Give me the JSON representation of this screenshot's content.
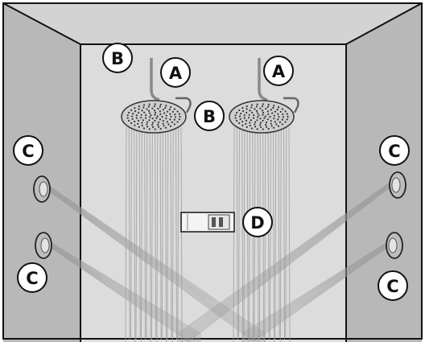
{
  "diagram": {
    "colors": {
      "wall_side": "#b9b9b9",
      "wall_back": "#dcdcdc",
      "ceiling": "#d0d0d0",
      "outline": "#111111",
      "spray": "#9a9a9a",
      "callout_fill": "#ffffff"
    },
    "callouts": [
      {
        "id": "b-top",
        "label": "B"
      },
      {
        "id": "a-left",
        "label": "A"
      },
      {
        "id": "a-right",
        "label": "A"
      },
      {
        "id": "b-mid",
        "label": "B"
      },
      {
        "id": "c-left-top",
        "label": "C"
      },
      {
        "id": "c-right-top",
        "label": "C"
      },
      {
        "id": "d-panel",
        "label": "D"
      },
      {
        "id": "c-left-bottom",
        "label": "C"
      },
      {
        "id": "c-right-bottom",
        "label": "C"
      }
    ],
    "components": [
      {
        "id": "rain-head-left",
        "icon": "rain-shower-head-icon"
      },
      {
        "id": "rain-head-right",
        "icon": "rain-shower-head-icon"
      },
      {
        "id": "body-jet-left-top",
        "icon": "body-jet-icon"
      },
      {
        "id": "body-jet-left-bottom",
        "icon": "body-jet-icon"
      },
      {
        "id": "body-jet-right-top",
        "icon": "body-jet-icon"
      },
      {
        "id": "body-jet-right-bottom",
        "icon": "body-jet-icon"
      },
      {
        "id": "digital-control-panel",
        "icon": "control-panel-icon"
      }
    ]
  }
}
